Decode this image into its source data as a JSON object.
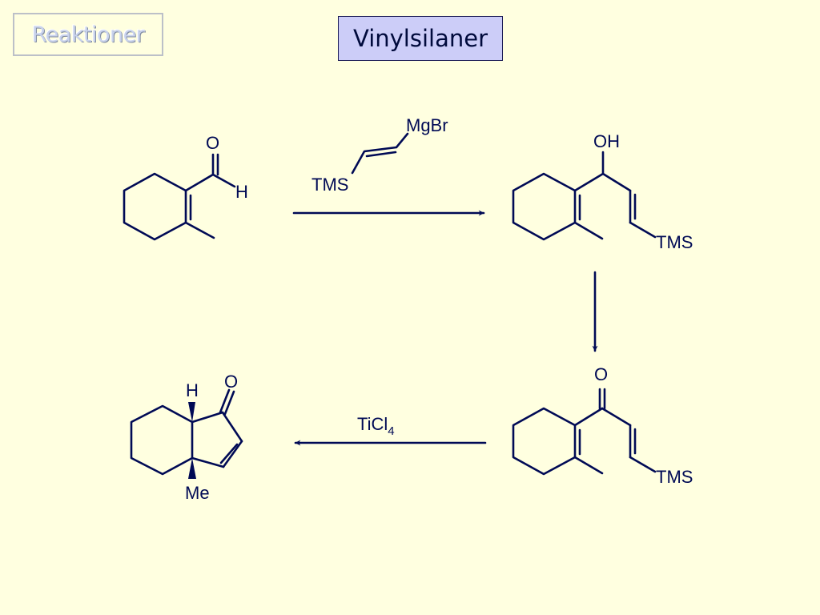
{
  "nav": {
    "label": "Reaktioner"
  },
  "title": "Vinylsilaner",
  "labels": {
    "sm_oxygen": "O",
    "sm_hydrogen": "H",
    "reagent_mgbr": "MgBr",
    "reagent_tms": "TMS",
    "alc_oh": "OH",
    "alc_tms": "TMS",
    "ketone_oxygen": "O",
    "ketone_tms": "TMS",
    "tcl4_main": "TiCl",
    "tcl4_sub": "4",
    "prod_oxygen": "O",
    "prod_hydrogen": "H",
    "prod_methyl": "Me"
  },
  "colors": {
    "ink": "#000a55",
    "background": "#ffffe0",
    "title_fill": "#cccdf8"
  }
}
